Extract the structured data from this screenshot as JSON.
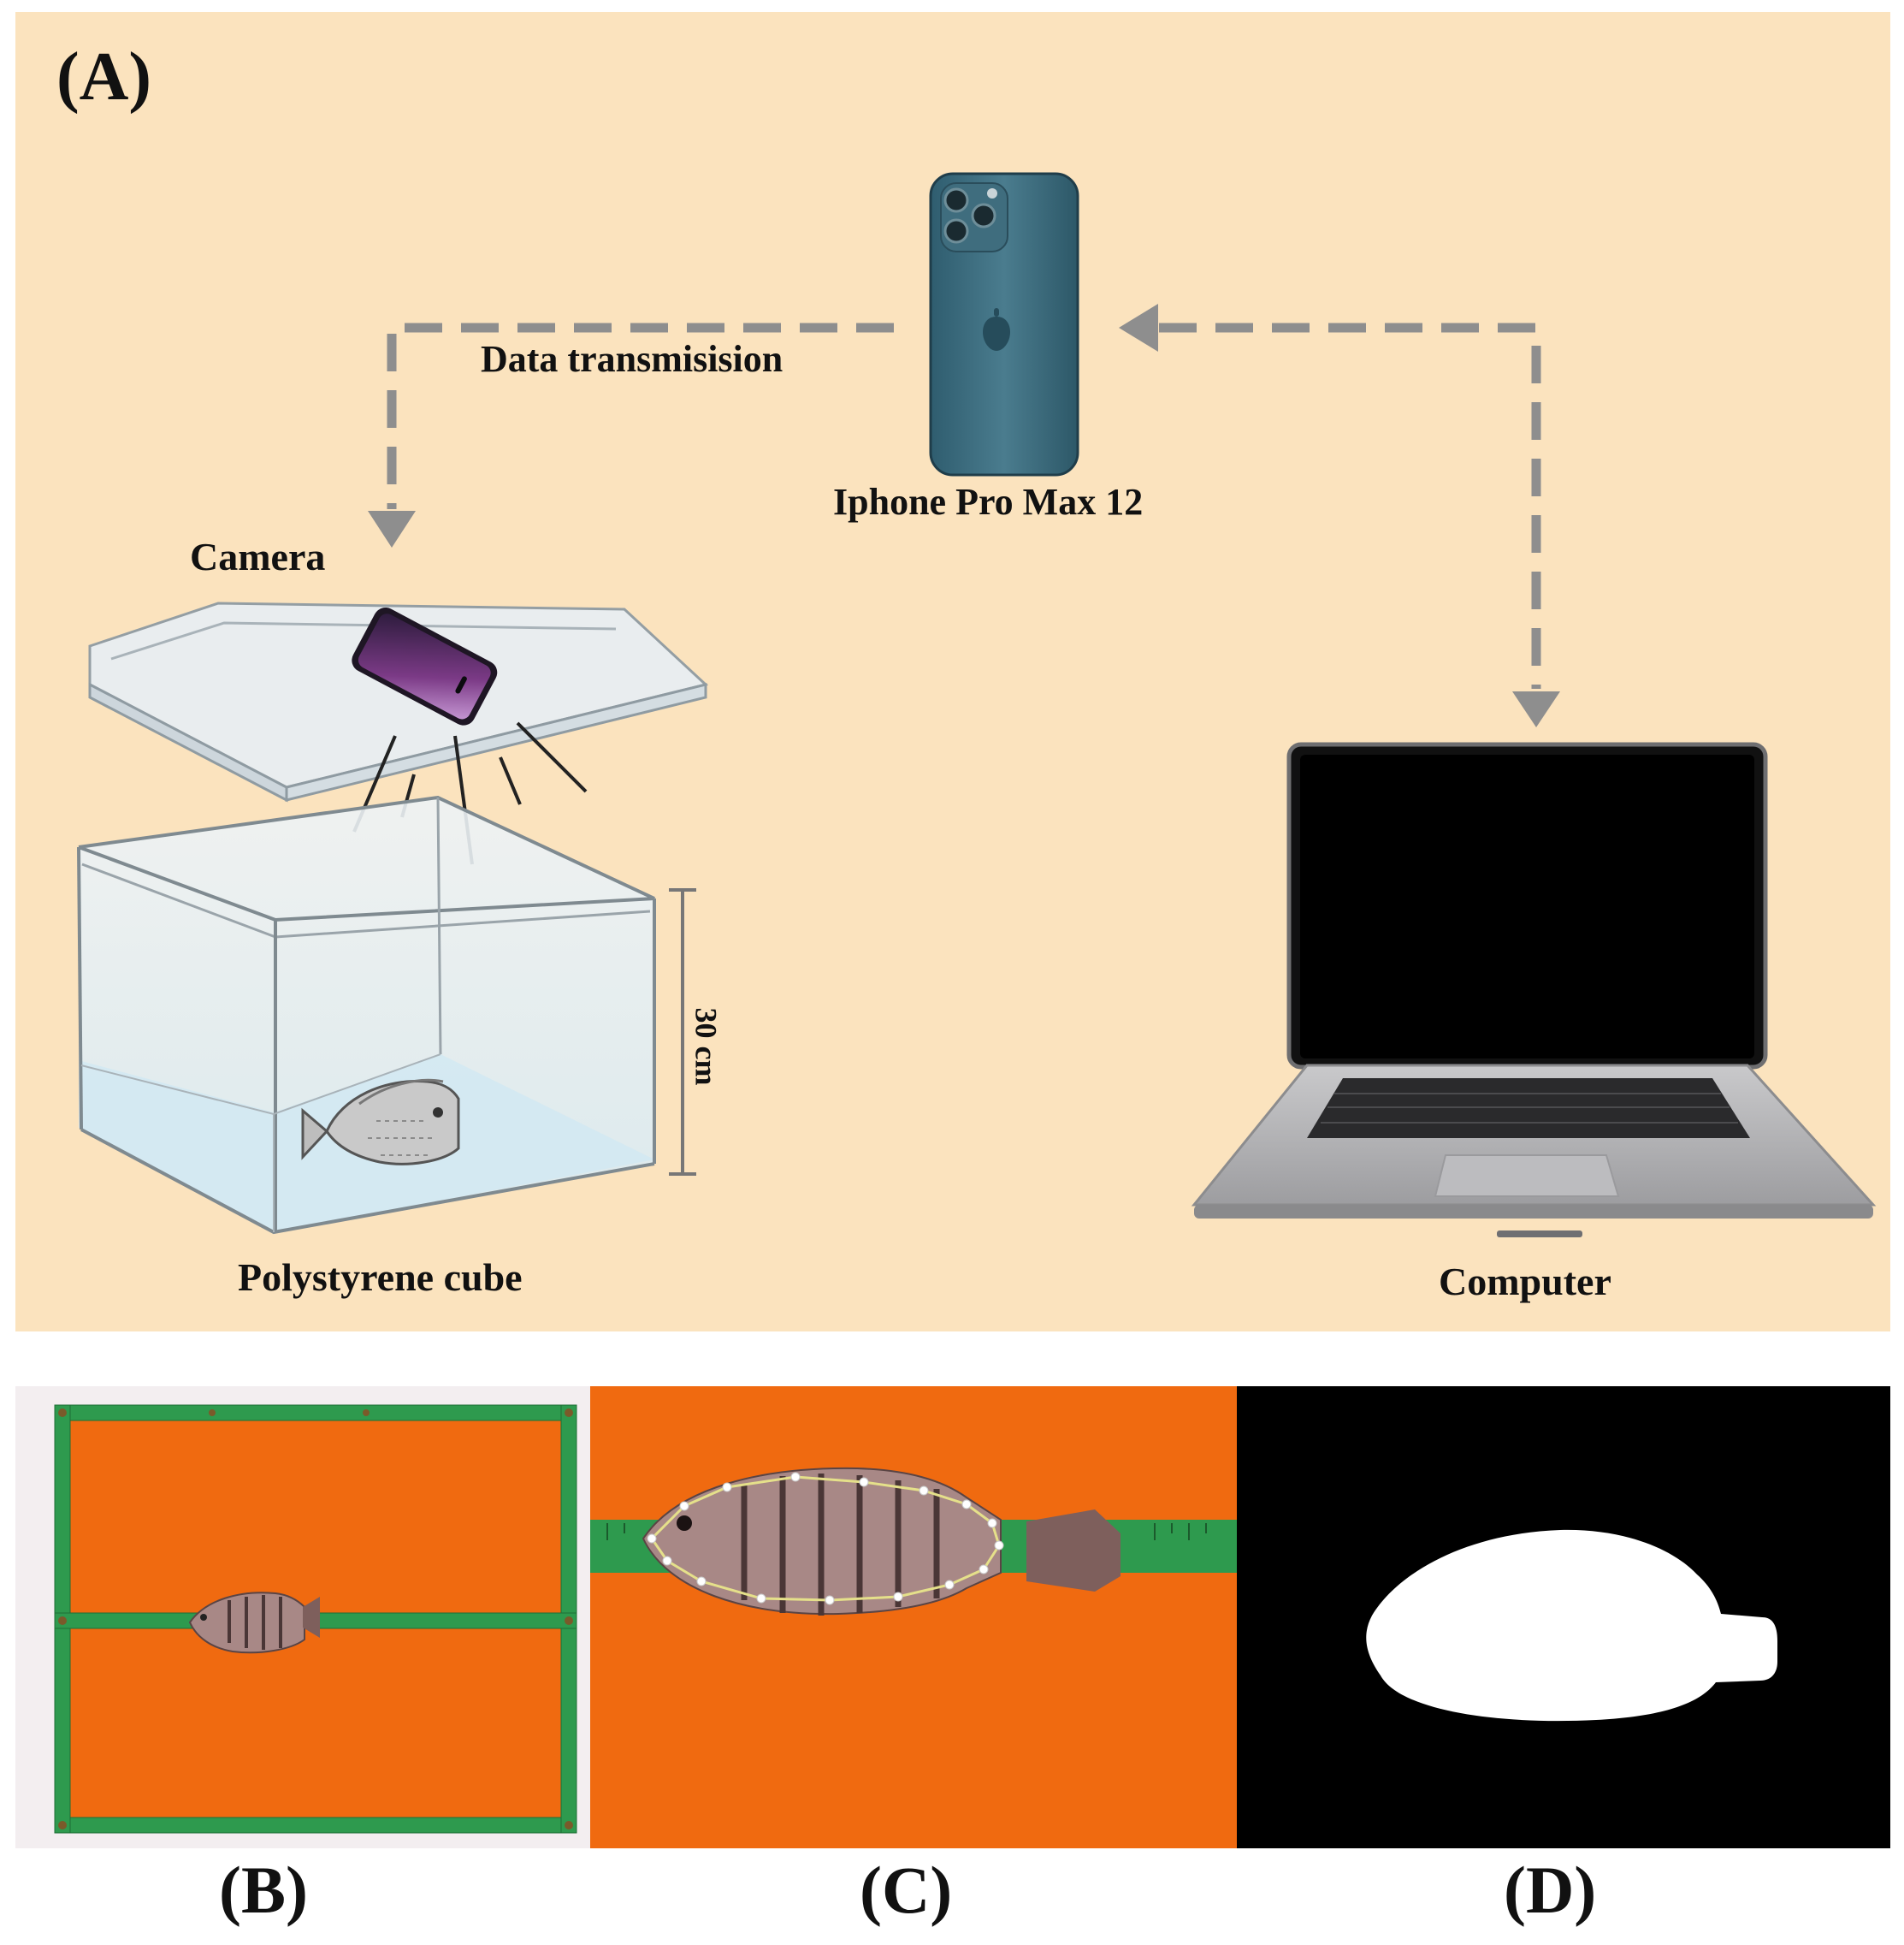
{
  "panels": {
    "a": {
      "letter": "(A)"
    },
    "b": {
      "letter": "(B)"
    },
    "c": {
      "letter": "(C)"
    },
    "d": {
      "letter": "(D)"
    }
  },
  "labels": {
    "data_transmission": "Data transmisision",
    "iphone": "Iphone Pro Max 12",
    "camera": "Camera",
    "height": "30 cm",
    "cube": "Polystyrene cube",
    "computer": "Computer"
  },
  "colors": {
    "panel_background": "#fbe3be",
    "arrow": "#8e8e8e",
    "board_orange": "#f06a10",
    "ruler_green": "#2e9a4e",
    "mask_background": "#000000",
    "mask_fish": "#ffffff"
  },
  "icons": [
    "iphone-icon",
    "laptop-icon",
    "box-icon",
    "fish-icon"
  ]
}
